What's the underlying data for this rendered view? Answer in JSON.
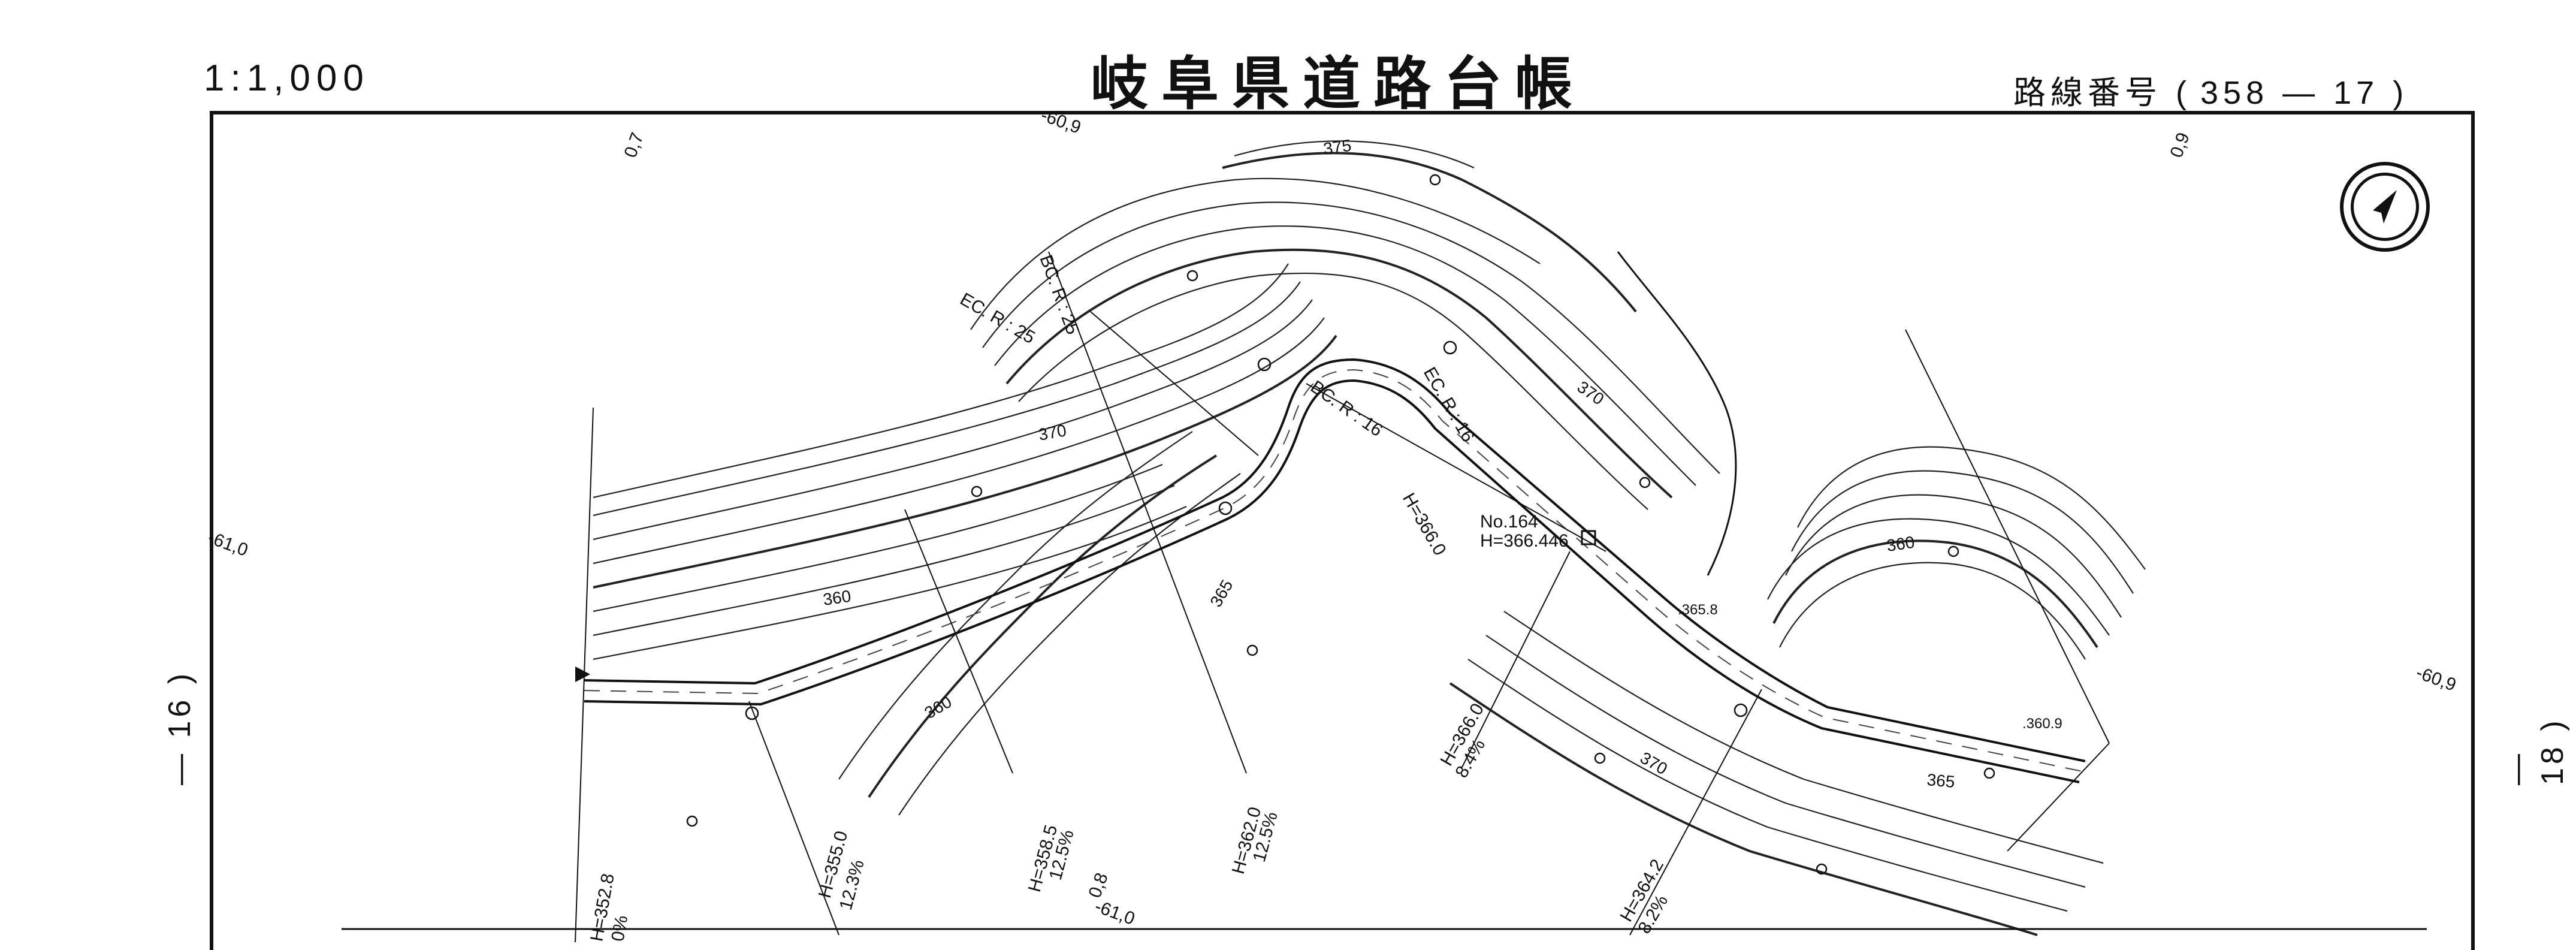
{
  "header": {
    "scale": "1:1,000",
    "title": "岐阜県道路台帳",
    "route_label": "路線番号",
    "route_open": "(",
    "route_number": "358 — 17",
    "route_close": ")"
  },
  "sheet_refs": {
    "left": "— 16 )",
    "right": "— 18 )"
  },
  "compass": {
    "icon": "north-arrow-icon"
  },
  "contour_labels": {
    "c375": "375",
    "c370a": "370",
    "c370b": "370",
    "c370c": "370",
    "c365a": "365",
    "c365b": "365",
    "c360a": "360",
    "c360b": "360",
    "c360c": "360"
  },
  "grid_refs": {
    "top_a": "0,7",
    "top_b": "-60,9",
    "top_c": "0,9",
    "left_a": "-61,0",
    "right_a": "-60,9",
    "bottom_a": "0,8",
    "bottom_b": "-61,0"
  },
  "curve_labels": {
    "ec_r25": "EC. R : 25",
    "bc_r25": "BC. R : 25",
    "ec_r16": "EC. R : 16",
    "bc_r16": "BC. R : 16"
  },
  "station": {
    "number": "No.164",
    "height": "H=366.446",
    "spot_a": ".365.8",
    "spot_b": ".360.9"
  },
  "grades": {
    "g1_h": "H=352.8",
    "g1_p": "0%",
    "g2_h": "H=355.0",
    "g2_p": "12.3%",
    "g3_h": "H=358.5",
    "g3_p": "12.5%",
    "g4_h": "H=362.0",
    "g4_p": "12.5%",
    "g5_h": "H=366.0",
    "g5_p": "8.4%",
    "g6_h": "H=364.2",
    "g6_p": "8.2%",
    "g7_h": "H=366.0"
  }
}
